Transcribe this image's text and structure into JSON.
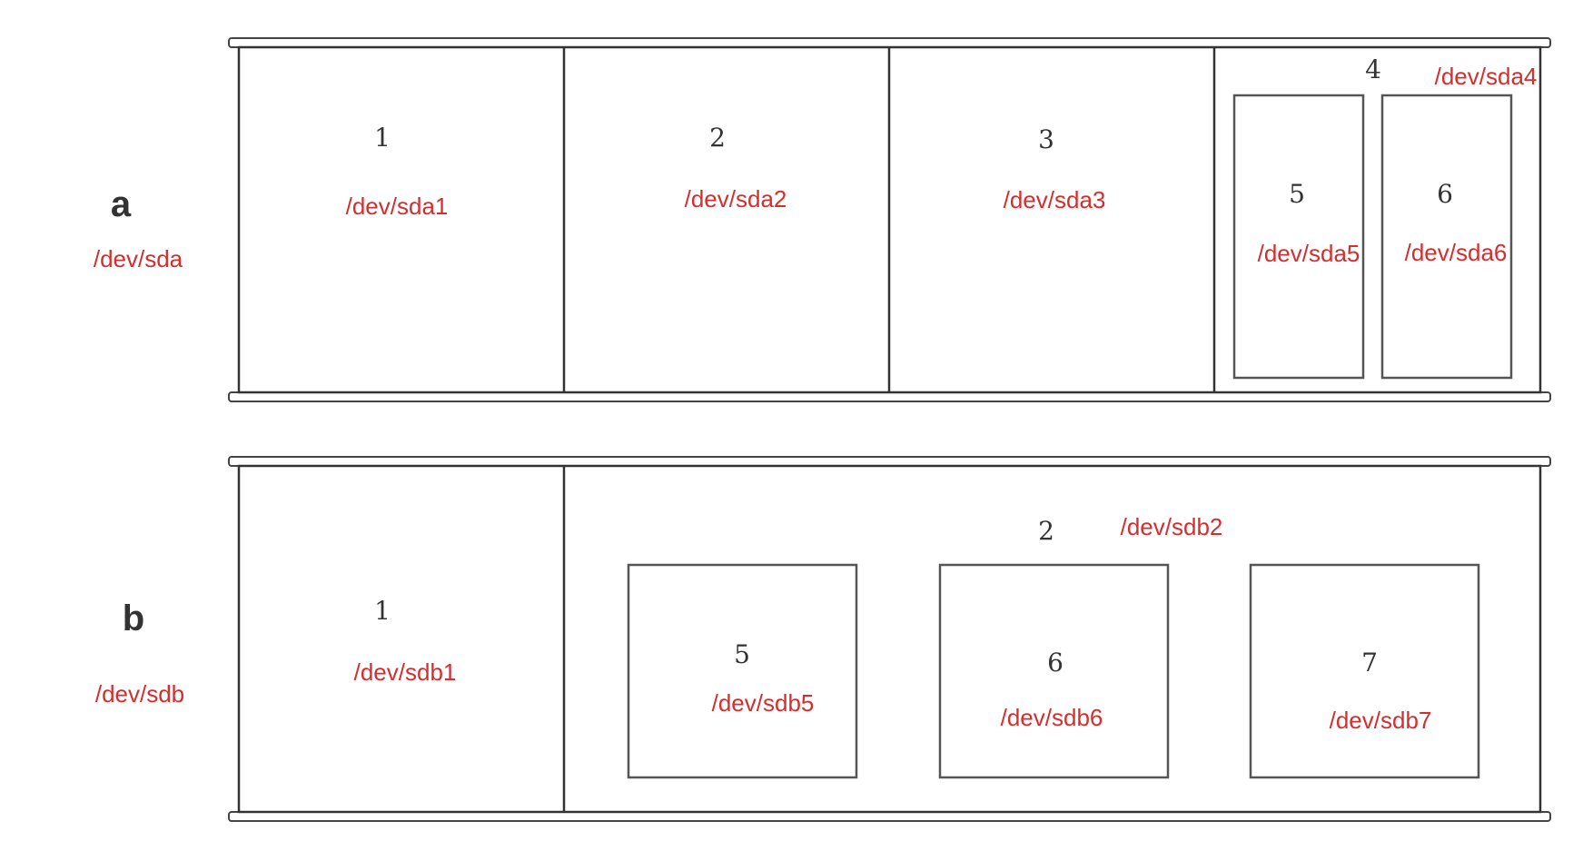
{
  "disks": [
    {
      "letter": "a",
      "device": "/dev/sda",
      "partitions": [
        {
          "number": "1",
          "device": "/dev/sda1"
        },
        {
          "number": "2",
          "device": "/dev/sda2"
        },
        {
          "number": "3",
          "device": "/dev/sda3"
        },
        {
          "number": "4",
          "device": "/dev/sda4",
          "logical": [
            {
              "number": "5",
              "device": "/dev/sda5"
            },
            {
              "number": "6",
              "device": "/dev/sda6"
            }
          ]
        }
      ]
    },
    {
      "letter": "b",
      "device": "/dev/sdb",
      "partitions": [
        {
          "number": "1",
          "device": "/dev/sdb1"
        },
        {
          "number": "2",
          "device": "/dev/sdb2",
          "logical": [
            {
              "number": "5",
              "device": "/dev/sdb5"
            },
            {
              "number": "6",
              "device": "/dev/sdb6"
            },
            {
              "number": "7",
              "device": "/dev/sdb7"
            }
          ]
        }
      ]
    }
  ],
  "colors": {
    "label_red": "#d32f2f",
    "outline": "#333333"
  }
}
